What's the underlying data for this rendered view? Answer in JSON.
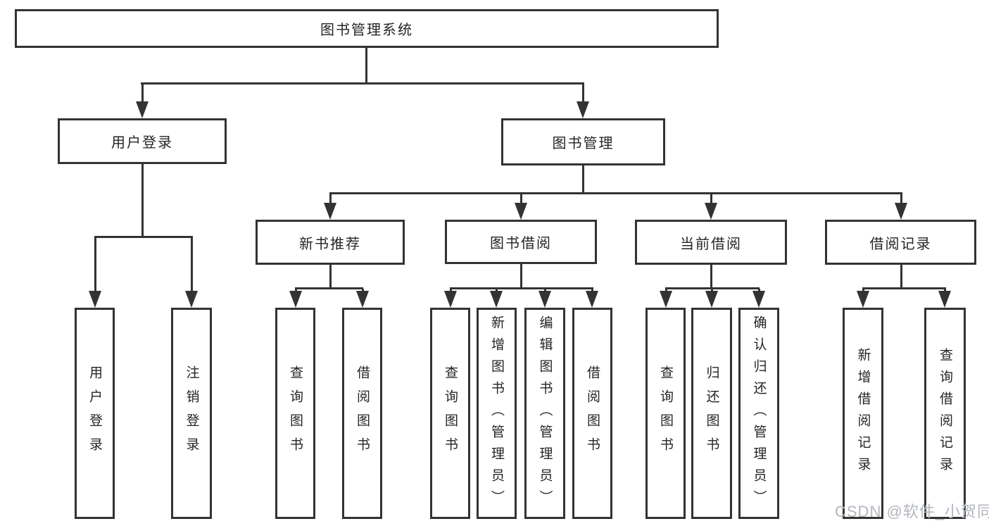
{
  "diagram_title": "图书管理系统",
  "tree": {
    "root": {
      "label": "图书管理系统",
      "children": [
        {
          "label": "用户登录",
          "children": [
            {
              "label": "用户登录"
            },
            {
              "label": "注销登录"
            }
          ]
        },
        {
          "label": "图书管理",
          "children": [
            {
              "label": "新书推荐",
              "children": [
                {
                  "label": "查询图书"
                },
                {
                  "label": "借阅图书"
                }
              ]
            },
            {
              "label": "图书借阅",
              "children": [
                {
                  "label": "查询图书"
                },
                {
                  "label": "新增图书（管理员）"
                },
                {
                  "label": "编辑图书（管理员）"
                },
                {
                  "label": "借阅图书"
                }
              ]
            },
            {
              "label": "当前借阅",
              "children": [
                {
                  "label": "查询图书"
                },
                {
                  "label": "归还图书"
                },
                {
                  "label": "确认归还（管理员）"
                }
              ]
            },
            {
              "label": "借阅记录",
              "children": [
                {
                  "label": "新增借阅记录"
                },
                {
                  "label": "查询借阅记录"
                }
              ]
            }
          ]
        }
      ]
    }
  },
  "watermark": {
    "text": "CSDN @软件_小贺同学"
  },
  "colors": {
    "line": "#333333",
    "text": "#252525",
    "background": "#ffffff",
    "watermark": "#b3b7bd"
  }
}
